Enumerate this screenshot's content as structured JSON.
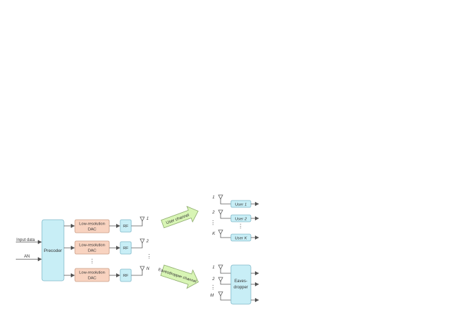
{
  "inputs": {
    "input_data": "Input data",
    "an": "AN"
  },
  "precoder": {
    "label": "Precoder"
  },
  "dac": {
    "line1": "Low-resolution",
    "line2": "DAC",
    "dots": "⋮"
  },
  "rf": {
    "label": "RF"
  },
  "tx_antennas": [
    "1",
    "2",
    "N"
  ],
  "tx_dots": "⋮",
  "channels": {
    "user": "User channel",
    "eve": "Eavesdropper channel"
  },
  "user_antennas": [
    "1",
    "2",
    "K"
  ],
  "users": [
    {
      "prefix": "User ",
      "index": "1"
    },
    {
      "prefix": "User ",
      "index": "2"
    },
    {
      "prefix": "User ",
      "index": "K"
    }
  ],
  "user_dots": "⋮",
  "eve_antennas": [
    "1",
    "2",
    "M"
  ],
  "eve_dots": "⋮",
  "eavesdropper": {
    "line1": "Eaves-",
    "line2": "dropper"
  },
  "colors": {
    "precoder_fill": "#c8eef6",
    "dac_fill": "#f8d3c0",
    "rf_fill": "#c8eef6",
    "user_fill": "#c8eef6",
    "channel_arrow_fill": "#d8f5b5",
    "line": "#555555"
  }
}
